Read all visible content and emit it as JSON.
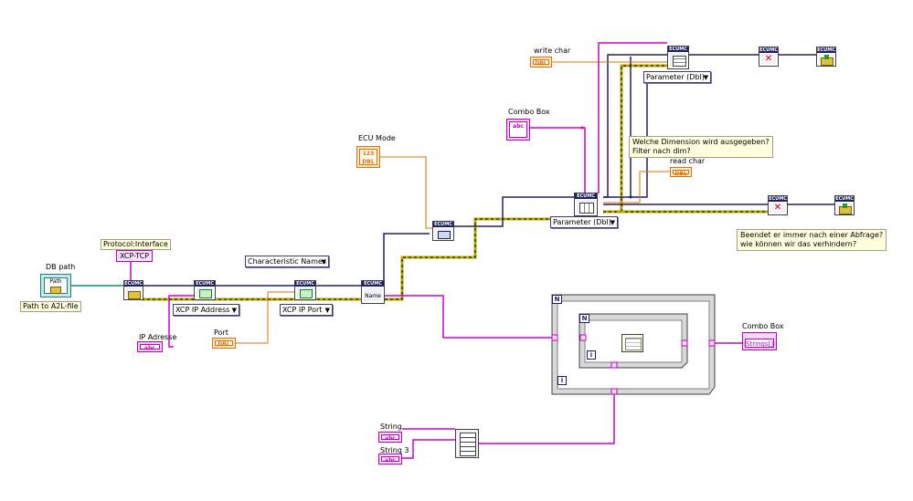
{
  "labels": {
    "db_path": "DB path",
    "path_to_a2l": "Path to A2L-file",
    "protocol_interface": "Protocol:Interface",
    "xcp_tcp": "XCP-TCP",
    "ip_adresse": "IP Adresse",
    "port": "Port",
    "ecu_mode": "ECU Mode",
    "combo_box_top": "Combo Box",
    "write_char": "write char",
    "read_char": "read char",
    "combo_box_out": "Combo Box",
    "string": "String",
    "string3": "String 3"
  },
  "rings": {
    "characteristic_names": "Characteristic Names",
    "xcp_ip_address": "XCP IP Address",
    "xcp_ip_port": "XCP IP Port",
    "parameter_dbl_top": "Parameter (Dbl)",
    "parameter_dbl_mid": "Parameter (Dbl)"
  },
  "notes": {
    "dimension": "Welche Dimension wird ausgegeben?\nFilter nach dim?",
    "abfrage": "Beendet er immer nach einer Abfrage?\nwie können wir das verhindern?"
  },
  "terminals": {
    "dbl": "DBL",
    "abc": "abc",
    "path": "Path",
    "num123": "123",
    "strings_array": "Strings[]",
    "name": "Name",
    "loop_n": "N",
    "loop_i": "i",
    "vi_banner": "ECUMC"
  },
  "colors": {
    "string_wire": "#d000d0",
    "numeric_wire": "#e07000",
    "refnum_wire": "#202060",
    "error_wire": "#b8a800",
    "path_wire": "#208080"
  }
}
